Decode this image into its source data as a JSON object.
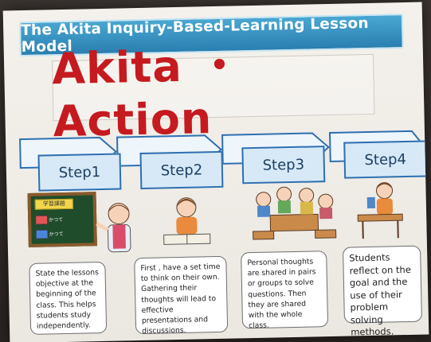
{
  "banner": {
    "title": "The Akita Inquiry-Based-Learning Lesson Model"
  },
  "headline": {
    "text": "Akita ・ Action"
  },
  "steps": [
    {
      "label": "Step1",
      "description": "State the lessons objective at the beginning of the class. This helps students study independently."
    },
    {
      "label": "Step2",
      "description": "First , have a set time to think on their own. Gathering their thoughts will lead to effective presentations and discussions."
    },
    {
      "label": "Step3",
      "description": "Personal thoughts are shared in pairs or groups to solve questions. Then they are shared with the whole class."
    },
    {
      "label": "Step4",
      "description": "Students reflect on the goal and the use of their problem solving methods."
    }
  ],
  "board": {
    "tag": "学習課題",
    "row1": "かつて",
    "row2": "かつて"
  },
  "colors": {
    "banner": "#2a7fb0",
    "headline": "#c51a1f",
    "step_fill": "#d7e9f7",
    "step_border": "#2e6fb0"
  }
}
